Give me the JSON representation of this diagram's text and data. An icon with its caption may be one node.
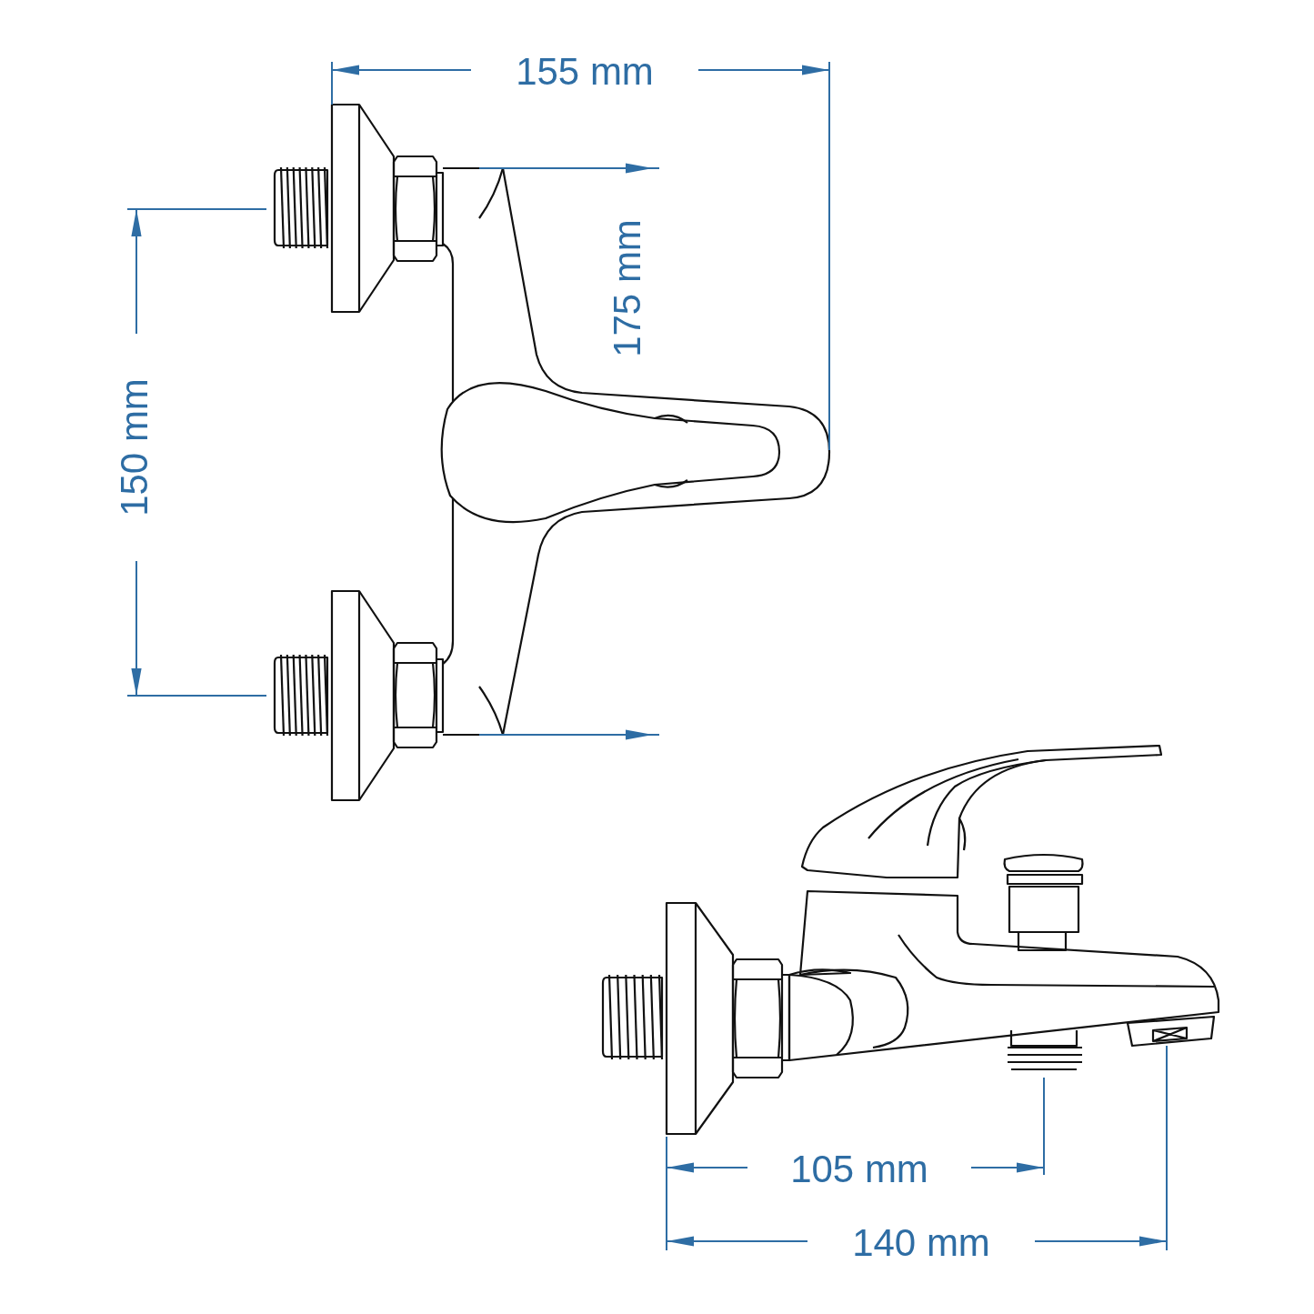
{
  "diagram": {
    "labels": [
      "155 mm",
      "175 mm",
      "150 mm",
      "105 mm",
      "140 mm"
    ]
  }
}
